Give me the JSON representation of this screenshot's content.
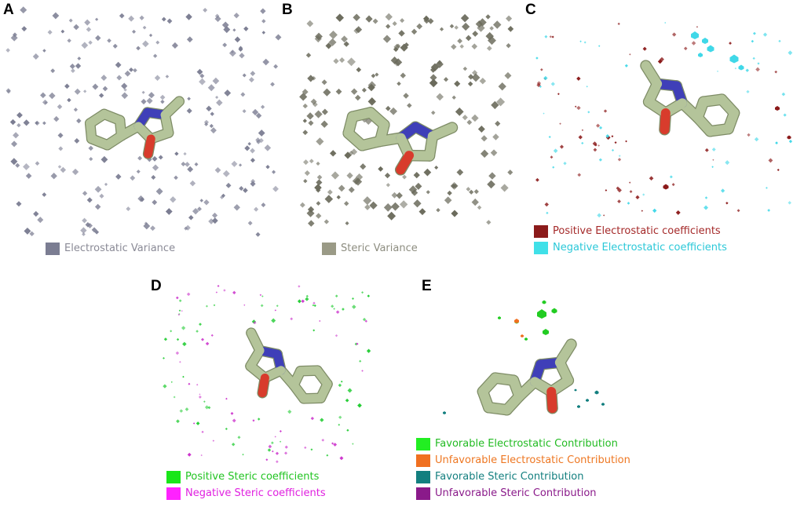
{
  "panels": {
    "A": {
      "letter": "A",
      "legend": [
        {
          "label": "Electrostatic Variance",
          "color": "#7b7d92",
          "text_color": "#8a8a96"
        }
      ]
    },
    "B": {
      "letter": "B",
      "legend": [
        {
          "label": "Steric Variance",
          "color": "#9a9a86",
          "text_color": "#8d8d80"
        }
      ]
    },
    "C": {
      "letter": "C",
      "legend": [
        {
          "label": "Positive Electrostatic coefficients",
          "color": "#8b1a1a",
          "text_color": "#a52a2a"
        },
        {
          "label": "Negative Electrostatic coefficients",
          "color": "#40e0e8",
          "text_color": "#2bc8d8"
        }
      ]
    },
    "D": {
      "letter": "D",
      "legend": [
        {
          "label": "Positive Steric coefficients",
          "color": "#19e619",
          "text_color": "#22c422"
        },
        {
          "label": "Negative Steric coefficients",
          "color": "#ff22ff",
          "text_color": "#e020e0"
        }
      ]
    },
    "E": {
      "letter": "E",
      "legend": [
        {
          "label": "Favorable Electrostatic Contribution",
          "color": "#22ee22",
          "text_color": "#22bb22"
        },
        {
          "label": "Unfavorable Electrostatic Contribution",
          "color": "#f07020",
          "text_color": "#ee7722"
        },
        {
          "label": "Favorable Steric Contribution",
          "color": "#137f7f",
          "text_color": "#137f7f"
        },
        {
          "label": "Unfavorable Steric Contribution",
          "color": "#8a1a8a",
          "text_color": "#8a1a8a"
        }
      ]
    }
  },
  "colors": {
    "molecule_carbon": "#b4c49a",
    "molecule_carbon_dark": "#7e8c66",
    "nitrogen": "#3f3fb8",
    "oxygen": "#d83c2c",
    "electrostatic_variance": "#7b7d92",
    "steric_variance": "#6b6b5c",
    "positive_electrostatic": "#8b1a1a",
    "negative_electrostatic": "#40d8e8",
    "positive_steric": "#22cc33",
    "negative_steric": "#cc33cc",
    "fav_electrostatic": "#22cc22",
    "unfav_electrostatic": "#f07020",
    "fav_steric": "#137f7f"
  }
}
